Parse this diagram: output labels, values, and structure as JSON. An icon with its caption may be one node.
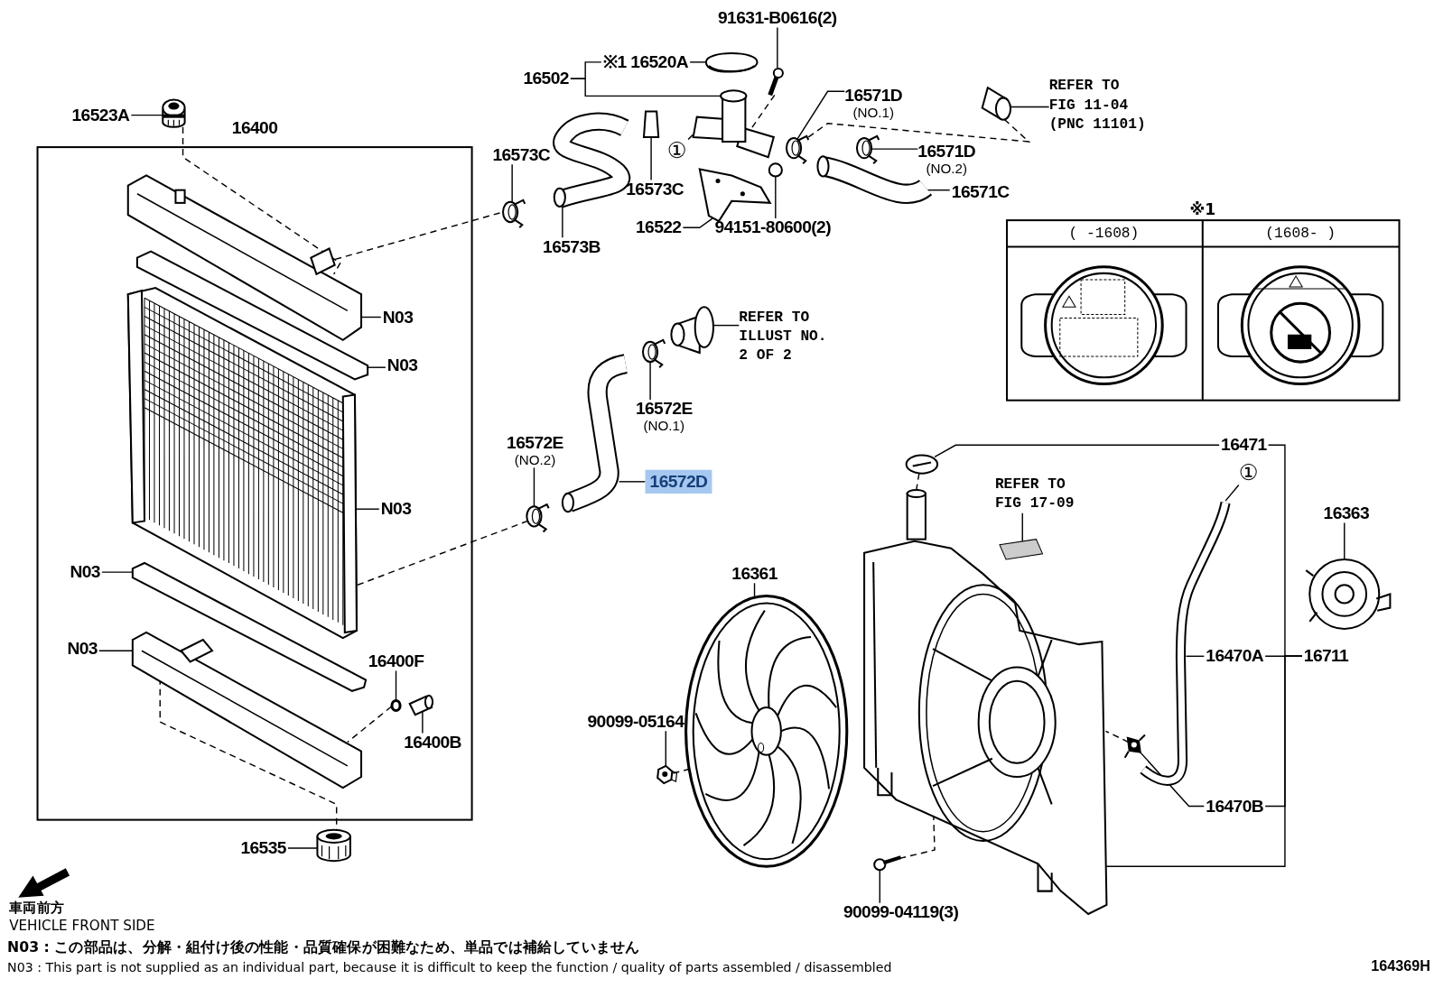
{
  "diagram": {
    "nodes": [
      {
        "text": [
          "91631-B0616(2)"
        ]
      },
      {
        "text": [
          "16502"
        ]
      },
      {
        "text": [
          "※1 16520A"
        ]
      },
      {
        "text": [
          "16523A"
        ]
      },
      {
        "text": [
          "16400"
        ]
      },
      {
        "text": [
          "16573C"
        ]
      },
      {
        "text": [
          "16573C"
        ]
      },
      {
        "text": [
          "16573B"
        ]
      },
      {
        "text": [
          "①"
        ]
      },
      {
        "text": [
          "16522"
        ]
      },
      {
        "text": [
          "94151-80600(2)"
        ]
      },
      {
        "text": [
          "16571D",
          "(NO.1)"
        ]
      },
      {
        "text": [
          "16571D",
          "(NO.2)"
        ]
      },
      {
        "text": [
          "16571C"
        ]
      },
      {
        "text": [
          "REFER TO FIG 11-04 (PNC 11101)"
        ]
      },
      {
        "text": [
          "N03"
        ],
        "in": 4
      },
      {
        "text": [
          "N03"
        ],
        "in": 4
      },
      {
        "text": [
          "N03"
        ],
        "in": 4
      },
      {
        "text": [
          "N03"
        ],
        "in": 4
      },
      {
        "text": [
          "N03"
        ],
        "in": 4
      },
      {
        "text": [
          "16400F"
        ],
        "in": 4
      },
      {
        "text": [
          "16400B"
        ],
        "in": 4
      },
      {
        "text": [
          "16535"
        ]
      },
      {
        "text": [
          "REFER TO ILLUST NO. 2 OF 2"
        ]
      },
      {
        "text": [
          "16572E",
          "(NO.1)"
        ]
      },
      {
        "text": [
          "16572E",
          "(NO.2)"
        ]
      },
      {
        "text": [
          "16572D"
        ]
      },
      {
        "text": [
          "16471"
        ]
      },
      {
        "text": [
          "①"
        ]
      },
      {
        "text": [
          "REFER TO FIG 17-09"
        ]
      },
      {
        "text": [
          "16363"
        ]
      },
      {
        "text": [
          "16361"
        ]
      },
      {
        "text": [
          "16470A"
        ]
      },
      {
        "text": [
          "16711"
        ]
      },
      {
        "text": [
          "90099-05164"
        ]
      },
      {
        "text": [
          "16470B"
        ]
      },
      {
        "text": [
          "90099-04119(3)"
        ]
      },
      {
        "text": [],
        "shape": "picture"
      },
      {
        "text": [],
        "shape": "picture"
      },
      {
        "text": [],
        "shape": "picture"
      },
      {
        "text": [],
        "shape": "picture"
      },
      {
        "text": [],
        "shape": "picture"
      },
      {
        "text": [],
        "shape": "picture"
      },
      {
        "text": [],
        "shape": "picture"
      },
      {
        "text": [],
        "shape": "picture"
      },
      {
        "text": [],
        "shape": "picture"
      },
      {
        "text": [],
        "shape": "picture"
      },
      {
        "text": [],
        "shape": "picture"
      },
      {
        "text": [],
        "shape": "picture"
      },
      {
        "text": [],
        "shape": "picture"
      },
      {
        "text": [],
        "shape": "picture",
        "in": 4
      },
      {
        "text": [],
        "shape": "picture",
        "in": 4
      },
      {
        "text": [],
        "shape": "picture",
        "in": 4
      },
      {
        "text": [],
        "shape": "picture",
        "in": 4
      },
      {
        "text": [],
        "shape": "picture",
        "in": 4
      },
      {
        "text": [],
        "shape": "picture",
        "in": 4
      },
      {
        "text": [],
        "shape": "picture",
        "in": 4
      },
      {
        "text": [],
        "shape": "picture"
      },
      {
        "text": [],
        "shape": "picture"
      },
      {
        "text": [],
        "shape": "picture"
      },
      {
        "text": [],
        "shape": "picture"
      },
      {
        "text": [],
        "shape": "picture"
      },
      {
        "text": [],
        "shape": "picture"
      },
      {
        "text": [],
        "shape": "picture"
      },
      {
        "text": [],
        "shape": "picture"
      },
      {
        "text": [],
        "shape": "picture"
      },
      {
        "text": [],
        "shape": "picture"
      },
      {
        "text": [],
        "shape": "picture"
      },
      {
        "text": [],
        "shape": "picture"
      },
      {
        "text": [],
        "shape": "picture"
      },
      {
        "text": [],
        "shape": "picture"
      }
    ],
    "edges": [
      {
        "from": 0,
        "to": 37,
        "arrow": "none"
      },
      {
        "from": 1,
        "to": 2,
        "arrow": "none"
      },
      {
        "from": 1,
        "to": 39,
        "arrow": "none"
      },
      {
        "from": 2,
        "to": 38,
        "arrow": "none"
      },
      {
        "from": 3,
        "to": 40,
        "arrow": "none"
      },
      {
        "from": 5,
        "to": 41,
        "arrow": "none"
      },
      {
        "from": 6,
        "to": 42,
        "arrow": "none"
      },
      {
        "from": 7,
        "to": 43,
        "arrow": "none"
      },
      {
        "from": 8,
        "to": 39,
        "arrow": "none",
        "style": "dashed"
      },
      {
        "from": 9,
        "to": 44,
        "arrow": "none"
      },
      {
        "from": 10,
        "to": 45,
        "arrow": "none"
      },
      {
        "from": 11,
        "to": 46,
        "arrow": "none"
      },
      {
        "from": 12,
        "to": 47,
        "arrow": "none"
      },
      {
        "from": 13,
        "to": 48,
        "arrow": "none"
      },
      {
        "from": 14,
        "to": 49,
        "arrow": "none"
      },
      {
        "from": 15,
        "to": 50,
        "arrow": "none"
      },
      {
        "from": 16,
        "to": 51,
        "arrow": "none"
      },
      {
        "from": 17,
        "to": 52,
        "arrow": "none"
      },
      {
        "from": 18,
        "to": 53,
        "arrow": "none"
      },
      {
        "from": 19,
        "to": 54,
        "arrow": "none"
      },
      {
        "from": 20,
        "to": 55,
        "arrow": "none"
      },
      {
        "from": 21,
        "to": 56,
        "arrow": "none"
      },
      {
        "from": 22,
        "to": 57,
        "arrow": "none"
      },
      {
        "from": 23,
        "to": 58,
        "arrow": "none"
      },
      {
        "from": 24,
        "to": 59,
        "arrow": "none"
      },
      {
        "from": 25,
        "to": 60,
        "arrow": "none"
      },
      {
        "from": 26,
        "to": 61,
        "arrow": "none"
      },
      {
        "from": 27,
        "to": 62,
        "arrow": "none"
      },
      {
        "from": 28,
        "to": 63,
        "arrow": "none"
      },
      {
        "from": 29,
        "to": 64,
        "arrow": "none"
      },
      {
        "from": 30,
        "to": 65,
        "arrow": "none"
      },
      {
        "from": 31,
        "to": 66,
        "arrow": "none"
      },
      {
        "from": 32,
        "to": 63,
        "arrow": "none"
      },
      {
        "from": 33,
        "to": 32,
        "arrow": "none"
      },
      {
        "from": 33,
        "to": 27,
        "arrow": "none"
      },
      {
        "from": 33,
        "to": 35,
        "arrow": "none"
      },
      {
        "from": 33,
        "to": 70,
        "arrow": "none"
      },
      {
        "from": 34,
        "to": 67,
        "arrow": "none"
      },
      {
        "from": 35,
        "to": 68,
        "arrow": "none"
      },
      {
        "from": 36,
        "to": 69,
        "arrow": "none"
      },
      {
        "from": 40,
        "to": 50,
        "arrow": "none",
        "style": "dashed"
      },
      {
        "from": 50,
        "to": 41,
        "arrow": "none",
        "style": "dashed"
      },
      {
        "from": 52,
        "to": 60,
        "arrow": "none",
        "style": "dashed"
      },
      {
        "from": 54,
        "to": 57,
        "arrow": "none",
        "style": "dashed"
      },
      {
        "from": 55,
        "to": 54,
        "arrow": "none",
        "style": "dashed"
      },
      {
        "from": 37,
        "to": 39,
        "arrow": "none",
        "style": "dashed"
      },
      {
        "from": 46,
        "to": 49,
        "arrow": "none",
        "style": "dashed"
      },
      {
        "from": 67,
        "to": 66,
        "arrow": "none",
        "style": "dashed"
      },
      {
        "from": 69,
        "to": 70,
        "arrow": "none",
        "style": "dashed"
      },
      {
        "from": 68,
        "to": 70,
        "arrow": "none",
        "style": "dashed"
      },
      {
        "from": 62,
        "to": 70,
        "arrow": "none",
        "style": "dashed"
      }
    ],
    "labels": [
      "※1",
      "( -1608)",
      "(1608- )",
      "車両前方",
      "VEHICLE FRONT SIDE",
      "N03 : この部品は、分解・組付け後の性能・品質確保が困難なため、単品では補給していません",
      "N03 : This part is not supplied as an individual part, because it is difficult to keep the function / quality of parts assembled / disassembled",
      "164369H"
    ]
  }
}
